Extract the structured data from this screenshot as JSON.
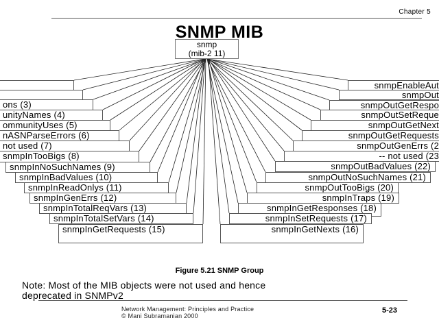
{
  "header": {
    "chapter": "Chapter 5",
    "title": "SNMP MIB"
  },
  "root_node": {
    "name": "snmp",
    "oid": "(mib-2 11)"
  },
  "left_nodes": [
    {
      "label": ""
    },
    {
      "label": ""
    },
    {
      "label": "ons (3)"
    },
    {
      "label": "unityNames (4)"
    },
    {
      "label": "ommunityUses (5)"
    },
    {
      "label": "nASNParseErrors (6)"
    },
    {
      "label": " not used (7)"
    },
    {
      "label": "snmpInTooBigs (8)"
    },
    {
      "label": "snmpInNoSuchNames (9)"
    },
    {
      "label": "snmpInBadValues (10)"
    },
    {
      "label": "snmpInReadOnlys (11)"
    },
    {
      "label": "snmpInGenErrs (12)"
    },
    {
      "label": "snmpInTotalReqVars (13)"
    },
    {
      "label": "snmpInTotalSetVars (14)"
    },
    {
      "label": "snmpInGetRequests (15)"
    }
  ],
  "right_nodes": [
    {
      "label": "snmpEnableAut"
    },
    {
      "label": "snmpOut"
    },
    {
      "label": "snmpOutGetRespo"
    },
    {
      "label": "snmpOutSetReque"
    },
    {
      "label": "snmpOutGetNext"
    },
    {
      "label": "snmpOutGetRequests"
    },
    {
      "label": "snmpOutGenErrs (2"
    },
    {
      "label": "-- not used (23"
    },
    {
      "label": "snmpOutBadValues (22)"
    },
    {
      "label": "snmpOutNoSuchNames (21)"
    },
    {
      "label": "snmpOutTooBigs (20)"
    },
    {
      "label": "snmpInTraps (19)"
    },
    {
      "label": "snmpInGetResponses (18)"
    },
    {
      "label": "snmpInSetRequests (17)"
    },
    {
      "label": "snmpInGetNexts (16)"
    }
  ],
  "caption": "Figure 5.21 SNMP Group",
  "note_line1": "Note: Most of the MIB objects were not used and hence",
  "note_line2": "deprecated in SNMPv2",
  "footer": {
    "line1": "Network Management: Principles and Practice",
    "line2": "© Mani Subramanian 2000",
    "page": "5-23"
  }
}
